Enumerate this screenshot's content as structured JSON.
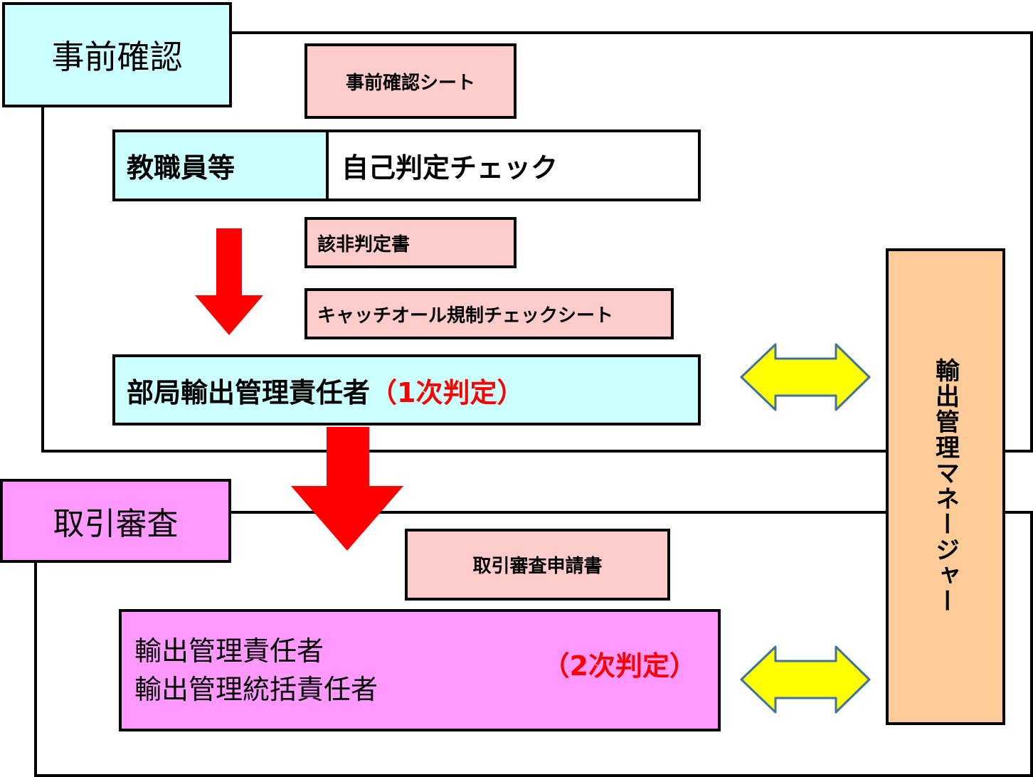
{
  "phase1": {
    "label": "事前確認",
    "document_sheet": "事前確認シート",
    "staff_label": "教職員等",
    "self_check": "自己判定チェック",
    "documents": [
      "該非判定書",
      "キャッチオール規制チェックシート"
    ],
    "first_judge": {
      "role": "部局輸出管理責任者",
      "stage": "（1次判定）"
    }
  },
  "phase2": {
    "label": "取引審査",
    "document": "取引審査申請書",
    "second_judge": {
      "roles": [
        "輸出管理責任者",
        "輸出管理統括責任者"
      ],
      "stage": "（2次判定）"
    }
  },
  "manager": {
    "label": "輸出管理マネージャー"
  },
  "colors": {
    "phase1_fill": "#ccffff",
    "phase2_fill": "#ff99ff",
    "document_fill": "#ffcccc",
    "manager_fill": "#ffcc99",
    "flow_arrow": "#ff0000",
    "link_arrow_fill": "#ffff00",
    "link_arrow_stroke": "#41719c",
    "stage_text": "#ff0000"
  }
}
